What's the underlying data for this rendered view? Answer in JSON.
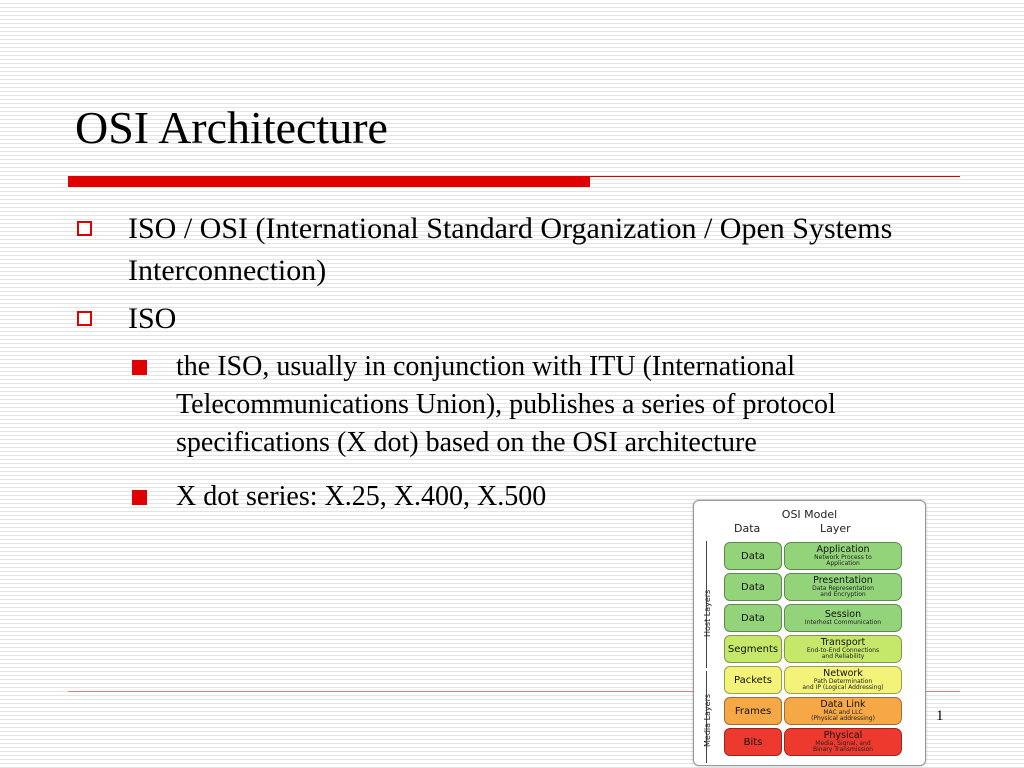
{
  "slide": {
    "title": "OSI Architecture",
    "page_number": "1"
  },
  "bullets": {
    "b1": "ISO / OSI (International Standard Organization / Open Systems Interconnection)",
    "b2": "ISO",
    "b2_sub1": "the ISO, usually in conjunction with ITU (International Telecommunications Union), publishes a series of protocol specifications (X dot) based on the OSI architecture",
    "b2_sub2": "X dot series: X.25, X.400, X.500"
  },
  "osi_figure": {
    "title": "OSI Model",
    "col_data": "Data",
    "col_layer": "Layer",
    "group_host": "Host Layers",
    "group_media": "Media Layers",
    "layers": [
      {
        "data": "Data",
        "name": "Application",
        "desc": "Network Process to\nApplication",
        "color": "#93d47a"
      },
      {
        "data": "Data",
        "name": "Presentation",
        "desc": "Data Representation\nand Encryption",
        "color": "#93d47a"
      },
      {
        "data": "Data",
        "name": "Session",
        "desc": "Interhost Communication",
        "color": "#93d47a"
      },
      {
        "data": "Segments",
        "name": "Transport",
        "desc": "End-to-End Connections\nand Reliability",
        "color": "#c6e86a"
      },
      {
        "data": "Packets",
        "name": "Network",
        "desc": "Path Determination\nand IP (Logical Addressing)",
        "color": "#f3f37a"
      },
      {
        "data": "Frames",
        "name": "Data Link",
        "desc": "MAC and LLC\n(Physical addressing)",
        "color": "#f5a845"
      },
      {
        "data": "Bits",
        "name": "Physical",
        "desc": "Media, Signal, and\nBinary Transmission",
        "color": "#ee3a2e"
      }
    ]
  },
  "colors": {
    "accent": "#e00000"
  }
}
